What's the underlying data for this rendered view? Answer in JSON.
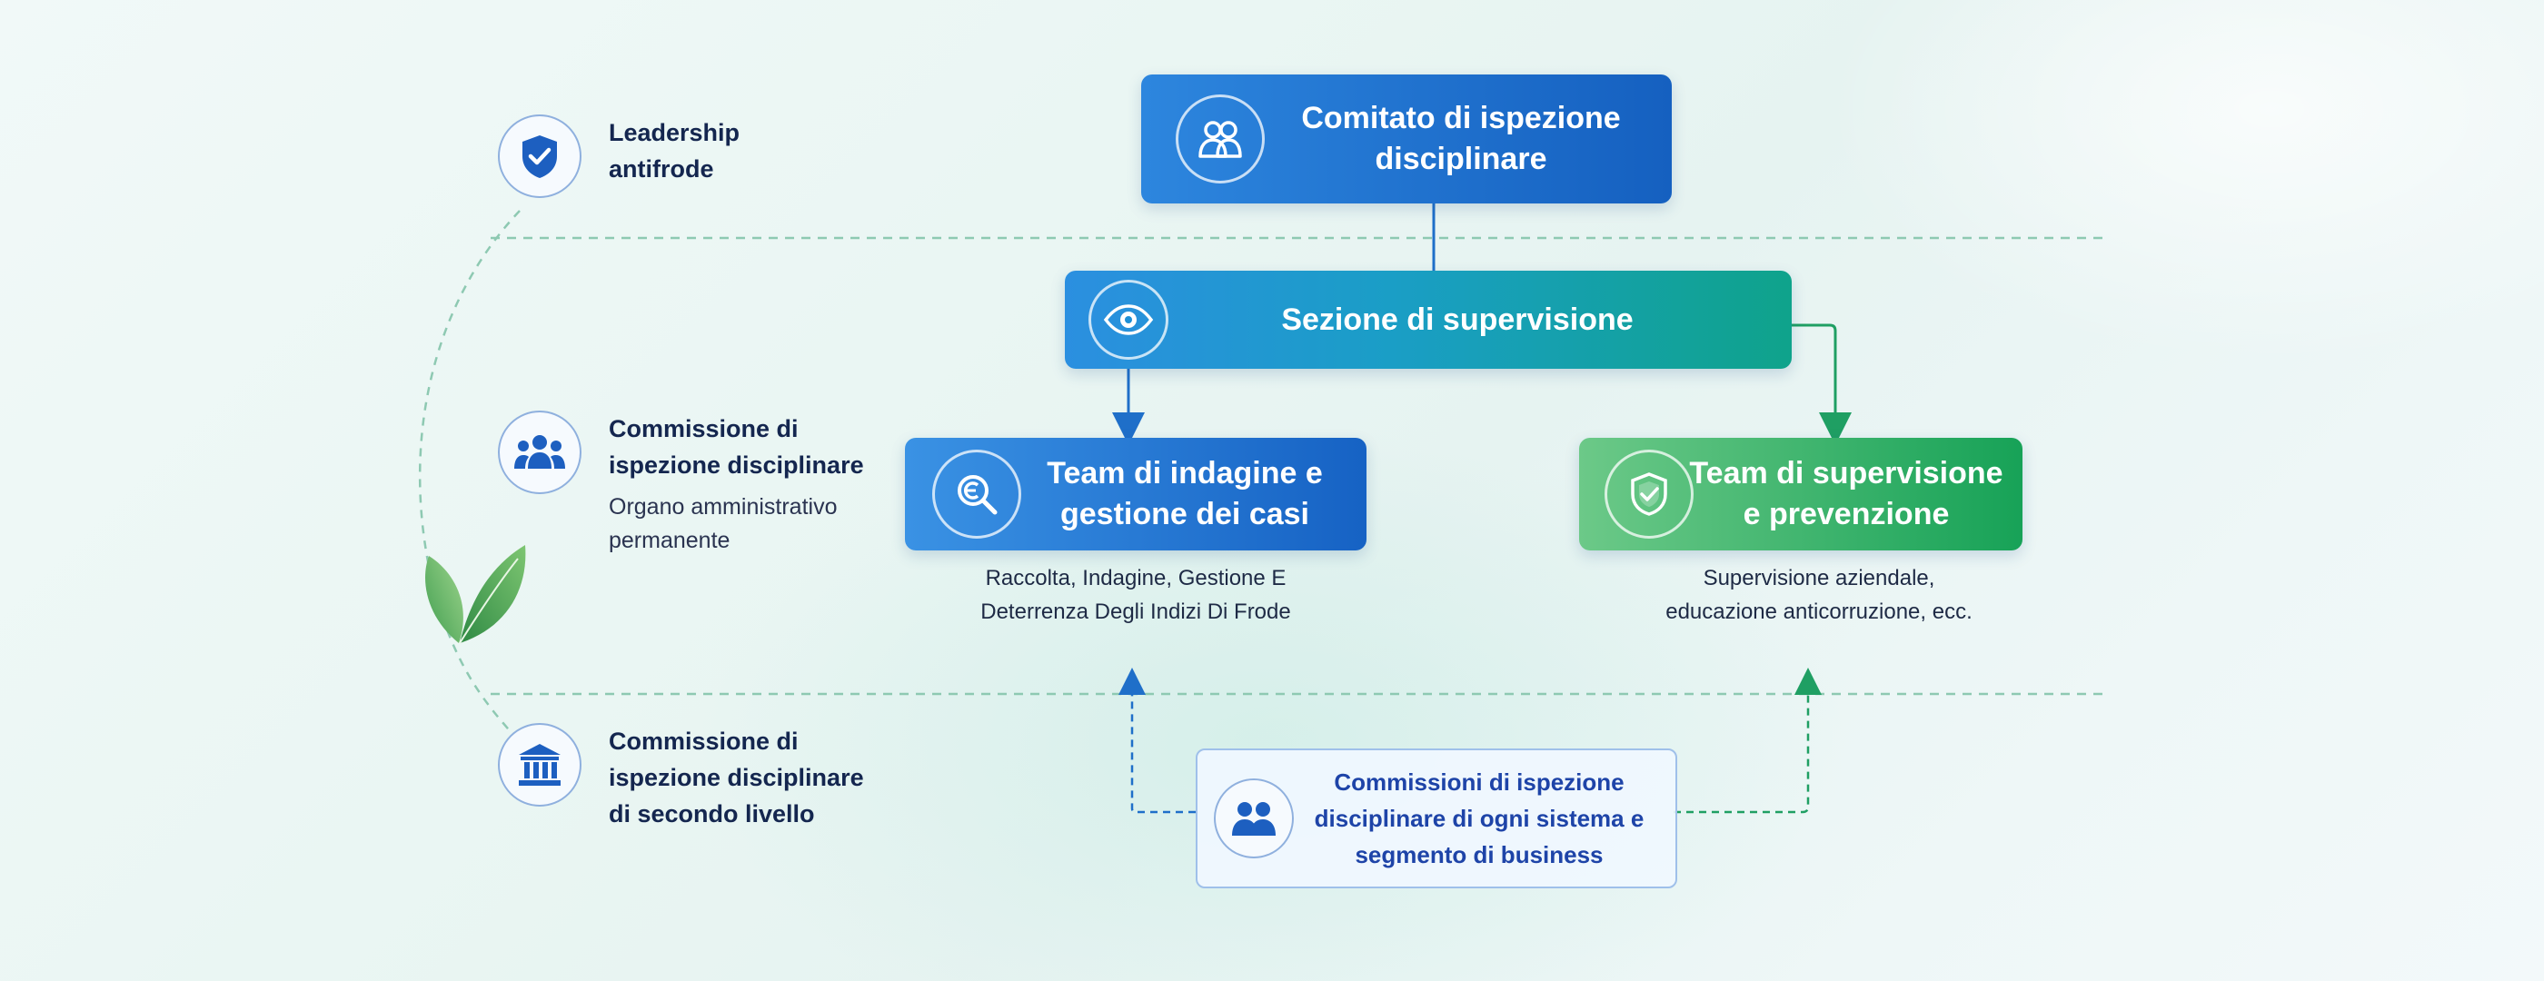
{
  "left_panel": {
    "items": [
      {
        "title": "Leadership\nantifrode",
        "subtitle": "",
        "icon": "shield-check-icon"
      },
      {
        "title": "Commissione di\nispezione disciplinare",
        "subtitle": "Organo amministrativo\npermanente",
        "icon": "people-group-icon"
      },
      {
        "title": "Commissione di\nispezione disciplinare\ndi secondo livello",
        "subtitle": "",
        "icon": "government-building-icon"
      }
    ]
  },
  "nodes": {
    "committee": {
      "label": "Comitato di ispezione\ndisciplinare",
      "icon": "two-people-icon"
    },
    "supervision_section": {
      "label": "Sezione di supervisione",
      "icon": "eye-icon"
    },
    "investigation_team": {
      "label": "Team di indagine e\ngestione dei casi",
      "icon": "magnifier-icon",
      "caption": "Raccolta, Indagine, Gestione E\nDeterrenza Degli Indizi Di Frode"
    },
    "supervision_team": {
      "label": "Team di supervisione\ne prevenzione",
      "icon": "shield-check-icon",
      "caption": "Supervisione aziendale,\neducazione anticorruzione, ecc."
    },
    "business_commissions": {
      "label": "Commissioni di ispezione\ndisciplinare di ogni sistema e\nsegmento di business",
      "icon": "people-icon"
    }
  },
  "colors": {
    "blue_dark": "#1766c4",
    "blue_light": "#3d93e4",
    "teal": "#11a389",
    "green_dark": "#17a257",
    "green_light": "#6cc988",
    "navy_text": "#14264f",
    "dashed_line": "#8ec9b2"
  }
}
